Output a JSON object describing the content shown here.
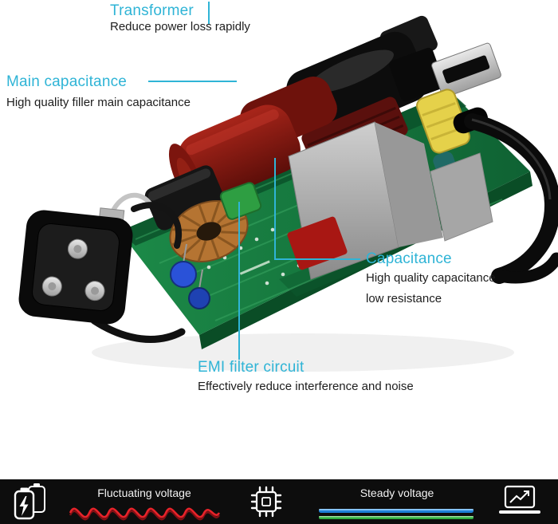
{
  "annotations": {
    "transformer": {
      "title": "Transformer",
      "subtitle": "Reduce power loss rapidly"
    },
    "main_capacitance": {
      "title": "Main capacitance",
      "subtitle": "High quality filler main capacitance"
    },
    "capacitance": {
      "title": "Capacitance",
      "line1": "High quality capacitance",
      "line2": "low resistance"
    },
    "emi_filter": {
      "title": "EMI filter circuit",
      "subtitle": "Effectively reduce interference and noise"
    }
  },
  "footer": {
    "fluctuating_voltage_label": "Fluctuating voltage",
    "steady_voltage_label": "Steady voltage",
    "icons": [
      "battery-charging-icon",
      "cpu-chip-icon",
      "laptop-chart-icon"
    ]
  },
  "colors": {
    "accent": "#2fb4d6",
    "annotation_text": "#1d1d1d",
    "footer_bg": "#0d0d0d",
    "footer_text": "#f2f2f2",
    "fluctuating_line": "#e8232a",
    "fluctuating_shadow": "#801014",
    "steady_line_blue": "#1c7fd6",
    "steady_line_green": "#2fae3e"
  }
}
